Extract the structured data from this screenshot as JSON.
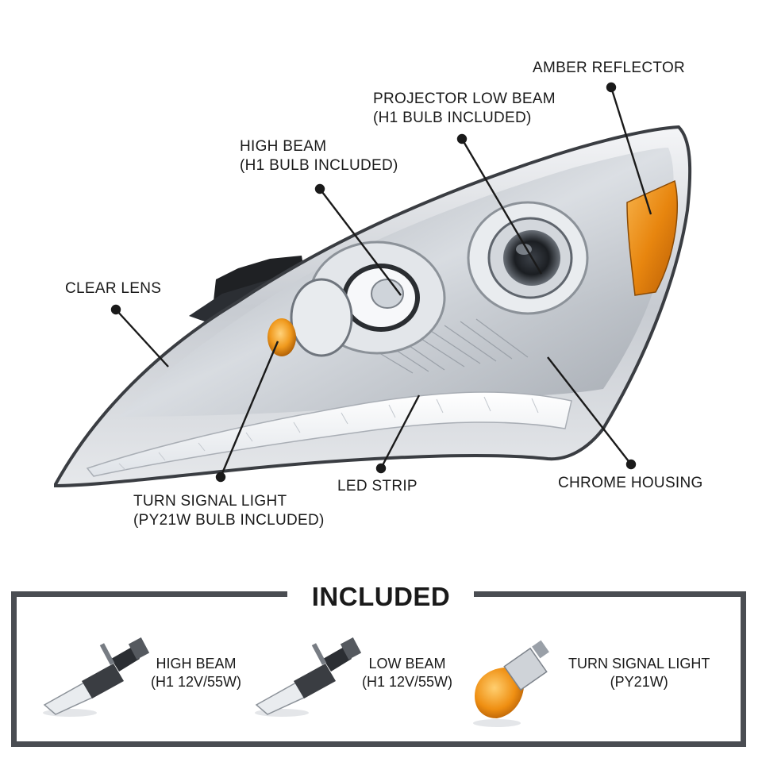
{
  "callouts": {
    "amber_reflector": "AMBER REFLECTOR",
    "projector_low_beam": [
      "PROJECTOR LOW BEAM",
      "(H1 BULB INCLUDED)"
    ],
    "high_beam": [
      "HIGH BEAM",
      "(H1 BULB INCLUDED)"
    ],
    "clear_lens": "CLEAR LENS",
    "turn_signal": [
      "TURN SIGNAL LIGHT",
      "(PY21W BULB INCLUDED)"
    ],
    "led_strip": "LED STRIP",
    "chrome_housing": "CHROME HOUSING"
  },
  "included": {
    "title": "INCLUDED",
    "items": [
      {
        "name": "HIGH BEAM",
        "spec": "(H1 12V/55W)",
        "icon": "h1-bulb-icon"
      },
      {
        "name": "LOW BEAM",
        "spec": "(H1 12V/55W)",
        "icon": "h1-bulb-icon"
      },
      {
        "name": "TURN SIGNAL LIGHT",
        "spec": "(PY21W)",
        "icon": "py21w-amber-bulb-icon"
      }
    ]
  },
  "colors": {
    "amber": "#e8860f",
    "chrome": "#c9cdd2",
    "frame": "#4a4d52"
  }
}
